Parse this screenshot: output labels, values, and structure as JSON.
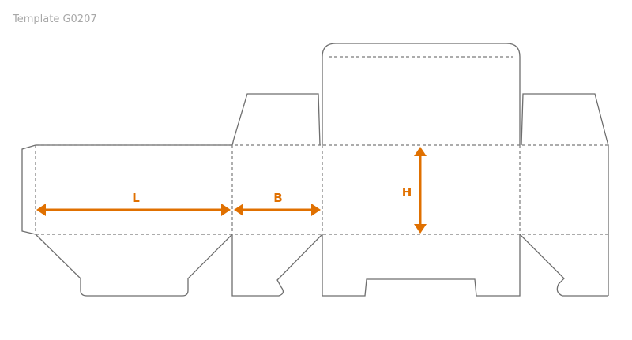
{
  "title": "Template G0207",
  "accent_color": "#E07000",
  "dimensions": {
    "length": "L",
    "breadth": "B",
    "height": "H"
  }
}
